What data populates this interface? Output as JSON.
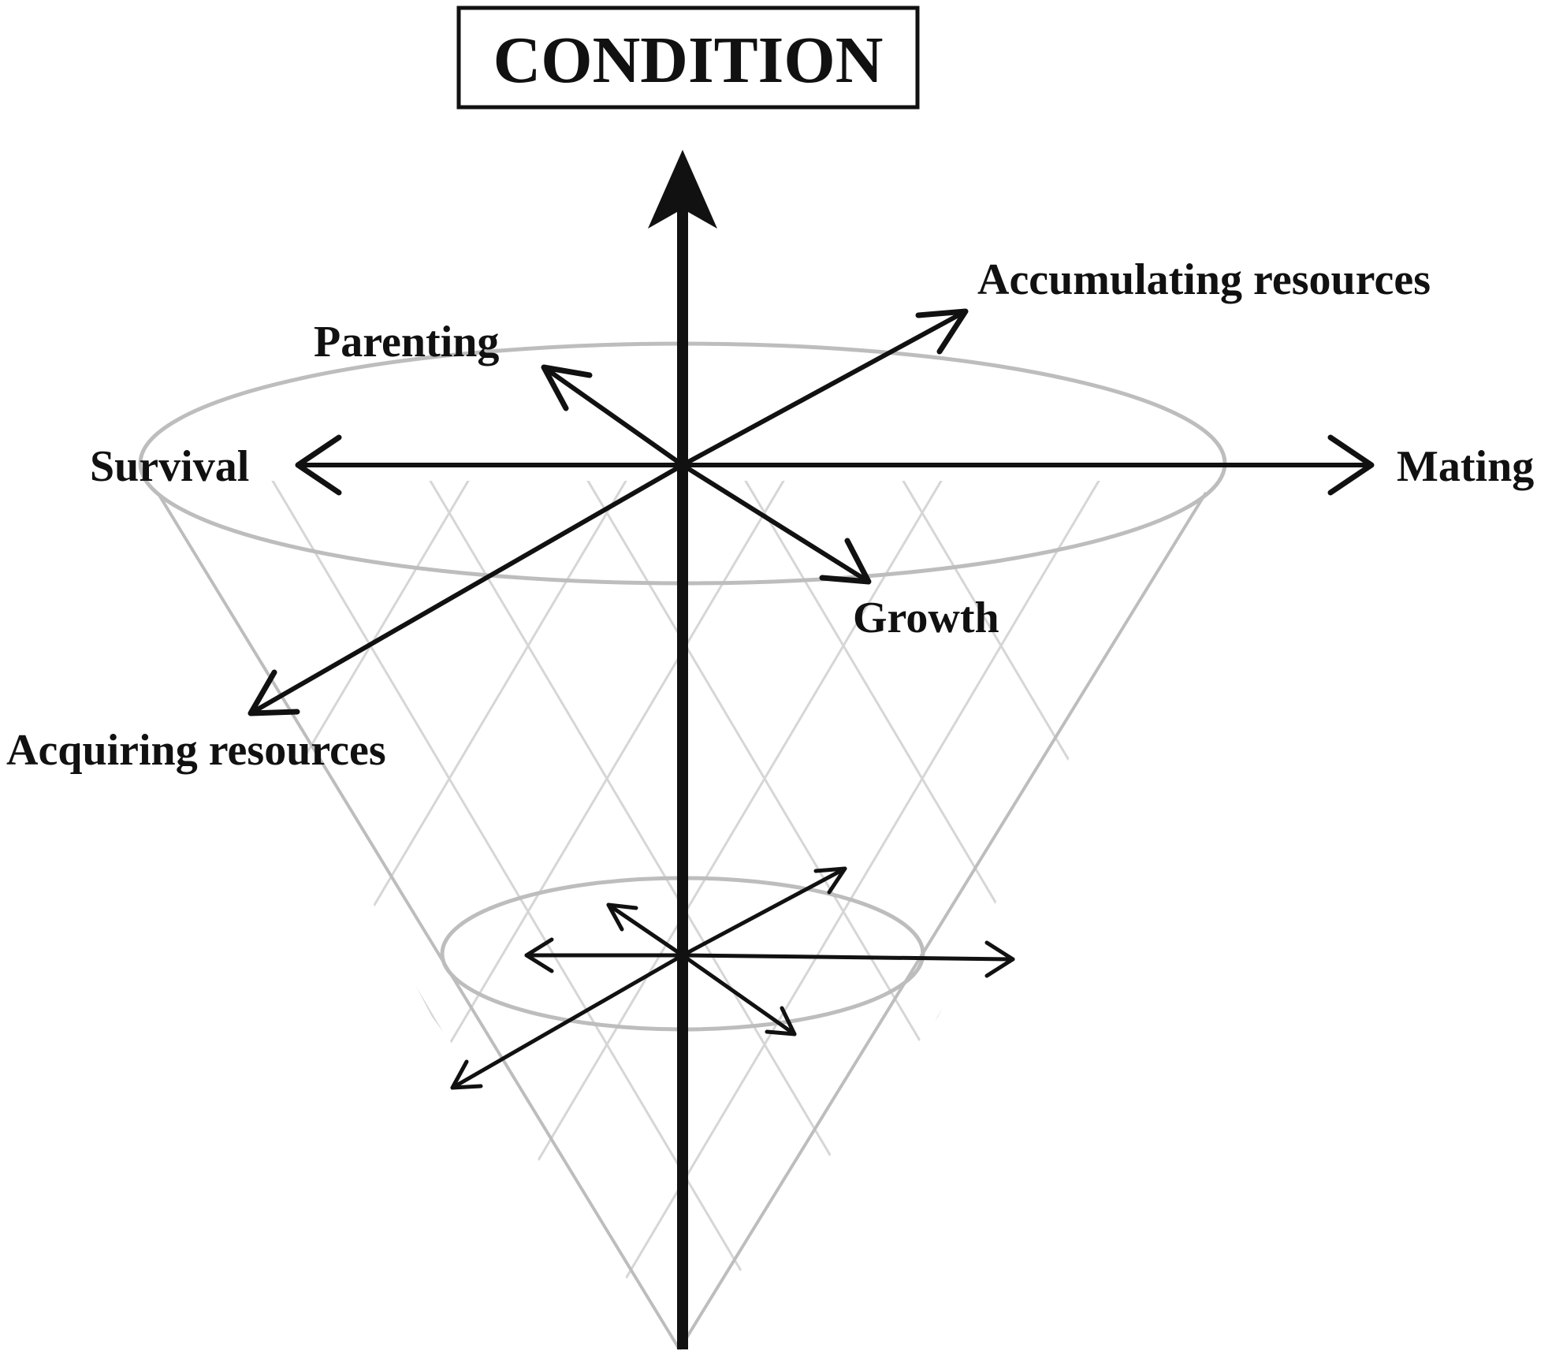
{
  "title": "CONDITION",
  "labels": {
    "accumulating": "Accumulating resources",
    "parenting": "Parenting",
    "survival": "Survival",
    "mating": "Mating",
    "growth": "Growth",
    "acquiring": "Acquiring resources"
  },
  "colors": {
    "ink": "#111111",
    "cone": "#bdbdbd",
    "mesh": "#d6d6d6",
    "background": "#ffffff"
  }
}
